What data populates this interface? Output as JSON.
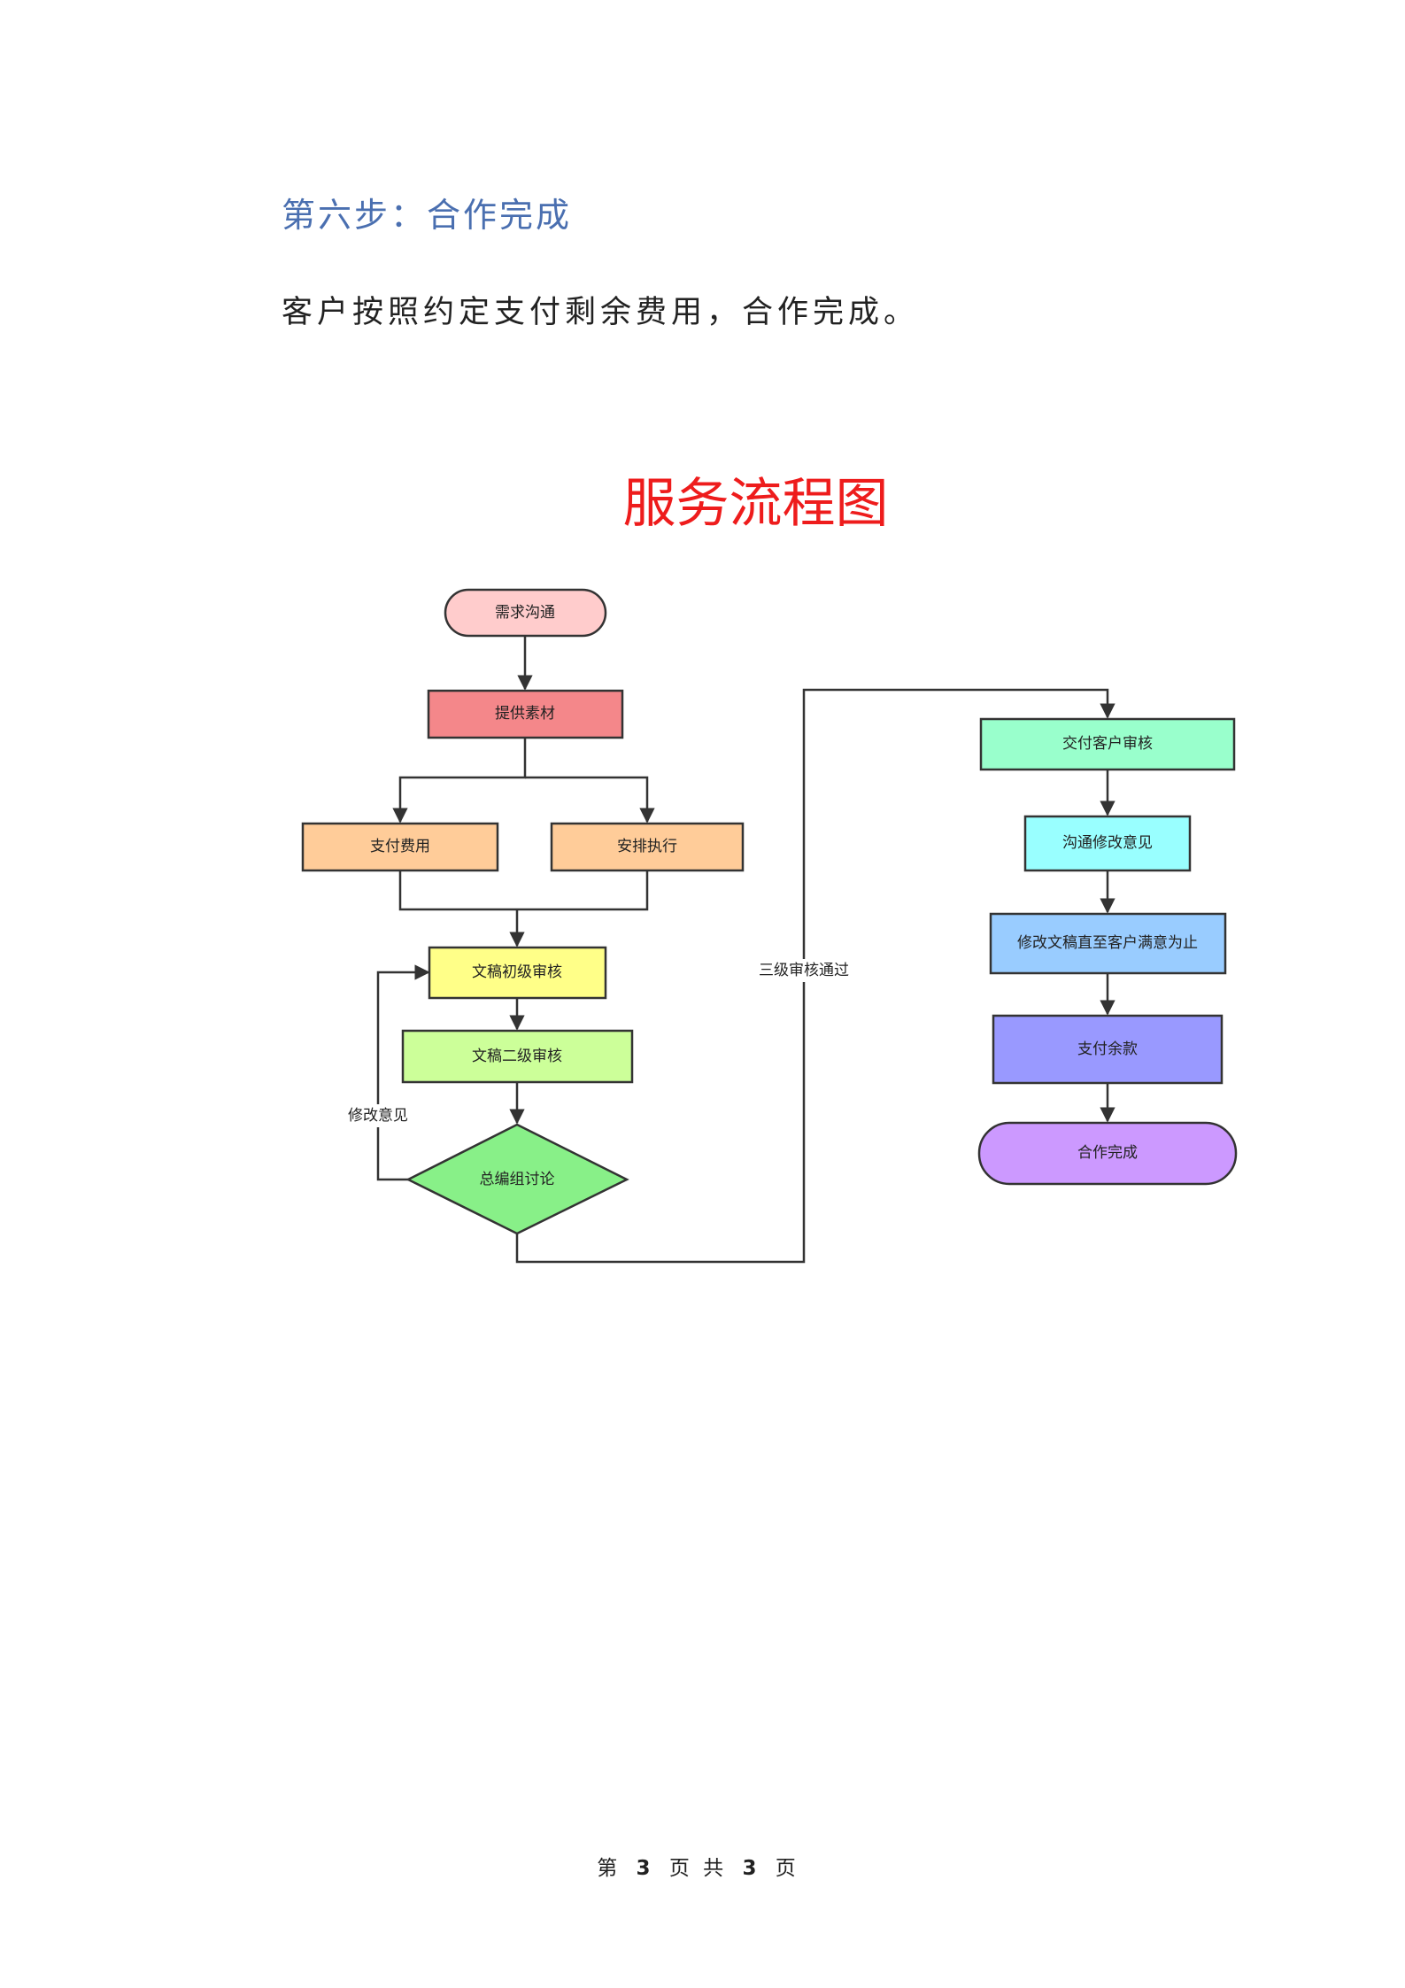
{
  "section": {
    "heading": "第六步：合作完成",
    "body": "客户按照约定支付剩余费用，合作完成。"
  },
  "flowchart": {
    "title": "服务流程图",
    "nodes": {
      "n1": "需求沟通",
      "n2": "提供素材",
      "n3": "支付费用",
      "n4": "安排执行",
      "n5": "文稿初级审核",
      "n6": "文稿二级审核",
      "n7": "总编组讨论",
      "n8": "交付客户审核",
      "n9": "沟通修改意见",
      "n10": "修改文稿直至客户满意为止",
      "n11": "支付余款",
      "n12": "合作完成"
    },
    "edge_labels": {
      "feedback": "修改意见",
      "pass": "三级审核通过"
    },
    "colors": {
      "n1": "#ffcccc",
      "n2": "#f4878a",
      "n3": "#ffcc99",
      "n4": "#ffcc99",
      "n5": "#ffff88",
      "n6": "#ccff99",
      "n7": "#88f088",
      "n8": "#99ffcc",
      "n9": "#99ffff",
      "n10": "#99ccff",
      "n11": "#9999ff",
      "n12": "#cc99ff"
    }
  },
  "footer": {
    "prefix": "第",
    "page": "3",
    "middle": "页 共",
    "total": "3",
    "suffix": "页"
  }
}
